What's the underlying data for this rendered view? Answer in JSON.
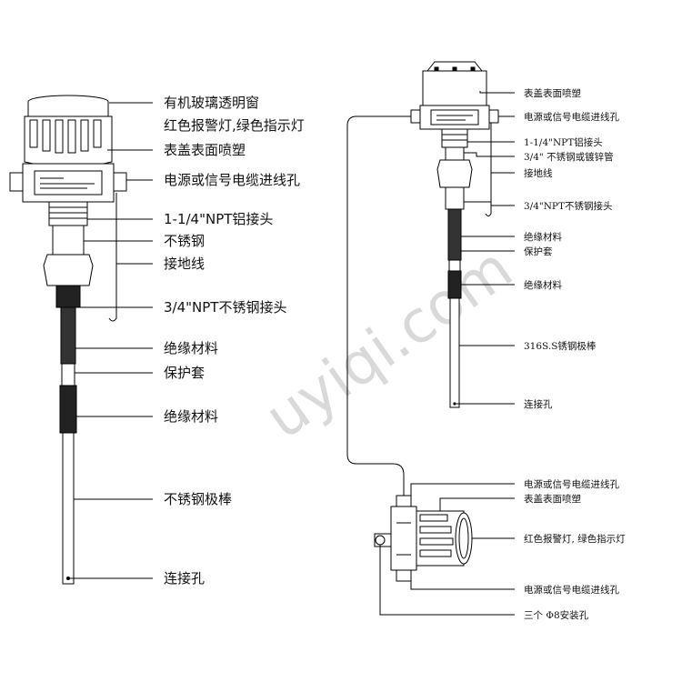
{
  "watermark": "uyiqi.com",
  "left_diagram": {
    "labels": [
      "有机玻璃透明窗",
      "红色报警灯,绿色指示灯",
      "表盖表面喷塑",
      "电源或信号电缆进线孔",
      "1-1/4\"NPT铝接头",
      "不锈钢",
      "接地线",
      "3/4\"NPT不锈钢接头",
      "绝缘材料",
      "保护套",
      "绝缘材料",
      "不锈钢极棒",
      "连接孔"
    ]
  },
  "right_diagram": {
    "labels": [
      "表盖表面喷塑",
      "电源或信号电缆进线孔",
      "1-1/4\"NPT铝接头",
      "3/4\" 不锈钢或镀锌管",
      "接地线",
      "3/4\"NPT不锈钢接头",
      "绝缘材料",
      "保护套",
      "绝缘材料",
      "316S.S锈钢极棒",
      "连接孔",
      "电源或信号电缆进线孔",
      "表盖表面喷塑",
      "红色报警灯, 绿色指示灯",
      "电源或信号电缆进线孔",
      "三个 Φ8安装孔"
    ]
  }
}
